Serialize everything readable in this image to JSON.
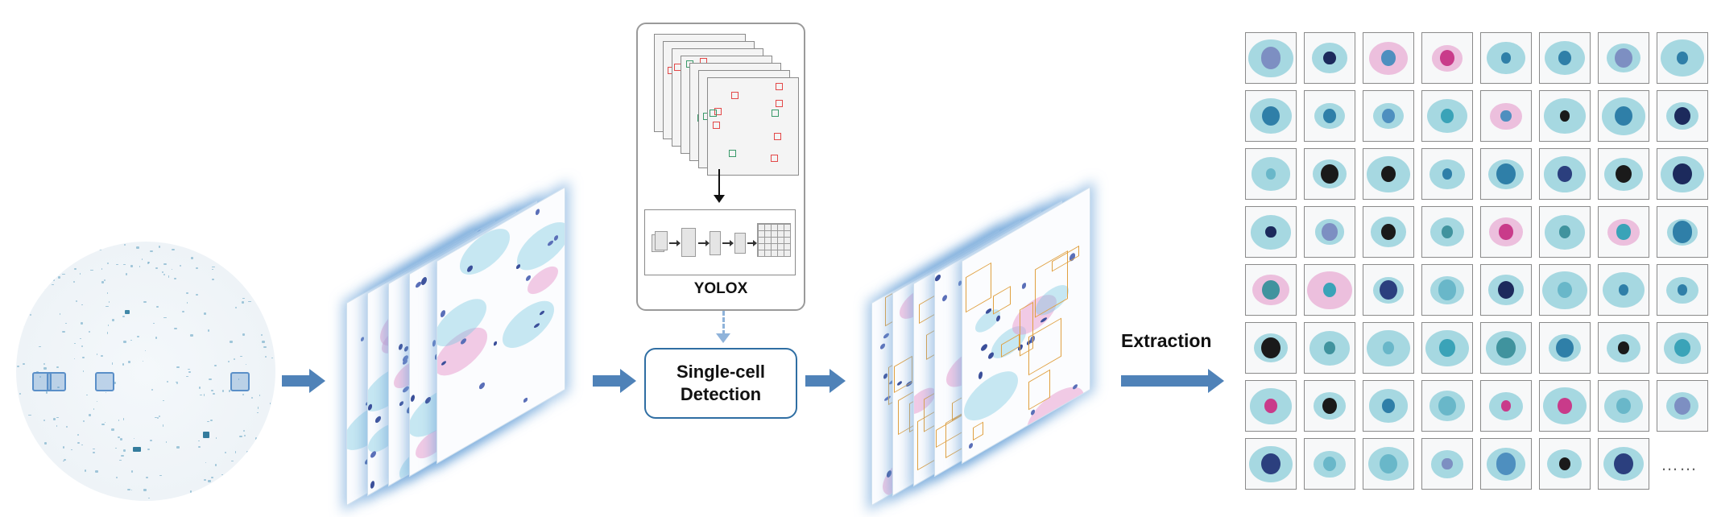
{
  "diagram": {
    "yolox_label": "YOLOX",
    "detection_label_line1": "Single-cell",
    "detection_label_line2": "Detection",
    "extraction_label": "Extraction",
    "gallery_more": "……"
  },
  "colors": {
    "arrow": "#4f82b8",
    "detection_border": "#2f6ea3",
    "stain_blue": "#2f8fa8",
    "stain_pink": "#e48fc7",
    "bbox": "#e0a040",
    "yolo_box": "#e34848"
  }
}
